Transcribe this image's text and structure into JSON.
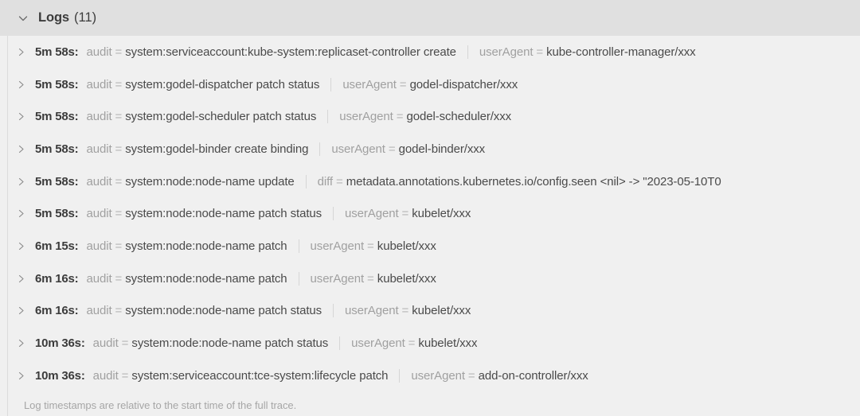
{
  "header": {
    "chevron_icon": "chevron-down-icon",
    "title": "Logs",
    "count": "(11)"
  },
  "footer": {
    "note": "Log timestamps are relative to the start time of the full trace."
  },
  "rows": [
    {
      "chevron_icon": "chevron-right-icon",
      "timestamp": "5m 58s:",
      "fields": [
        {
          "key": "audit",
          "eq": "=",
          "value": "system:serviceaccount:kube-system:replicaset-controller create"
        },
        {
          "key": "userAgent",
          "eq": "=",
          "value": "kube-controller-manager/xxx"
        }
      ]
    },
    {
      "chevron_icon": "chevron-right-icon",
      "timestamp": "5m 58s:",
      "fields": [
        {
          "key": "audit",
          "eq": "=",
          "value": "system:godel-dispatcher patch status"
        },
        {
          "key": "userAgent",
          "eq": "=",
          "value": "godel-dispatcher/xxx"
        }
      ]
    },
    {
      "chevron_icon": "chevron-right-icon",
      "timestamp": "5m 58s:",
      "fields": [
        {
          "key": "audit",
          "eq": "=",
          "value": "system:godel-scheduler patch status"
        },
        {
          "key": "userAgent",
          "eq": "=",
          "value": "godel-scheduler/xxx"
        }
      ]
    },
    {
      "chevron_icon": "chevron-right-icon",
      "timestamp": "5m 58s:",
      "fields": [
        {
          "key": "audit",
          "eq": "=",
          "value": "system:godel-binder create binding"
        },
        {
          "key": "userAgent",
          "eq": "=",
          "value": "godel-binder/xxx"
        }
      ]
    },
    {
      "chevron_icon": "chevron-right-icon",
      "timestamp": "5m 58s:",
      "fields": [
        {
          "key": "audit",
          "eq": "=",
          "value": "system:node:node-name update"
        },
        {
          "key": "diff",
          "eq": "=",
          "value": "metadata.annotations.kubernetes.io/config.seen <nil> -> \"2023-05-10T0"
        }
      ]
    },
    {
      "chevron_icon": "chevron-right-icon",
      "timestamp": "5m 58s:",
      "fields": [
        {
          "key": "audit",
          "eq": "=",
          "value": "system:node:node-name patch status"
        },
        {
          "key": "userAgent",
          "eq": "=",
          "value": "kubelet/xxx"
        }
      ]
    },
    {
      "chevron_icon": "chevron-right-icon",
      "timestamp": "6m 15s:",
      "fields": [
        {
          "key": "audit",
          "eq": "=",
          "value": "system:node:node-name patch"
        },
        {
          "key": "userAgent",
          "eq": "=",
          "value": "kubelet/xxx"
        }
      ]
    },
    {
      "chevron_icon": "chevron-right-icon",
      "timestamp": "6m 16s:",
      "fields": [
        {
          "key": "audit",
          "eq": "=",
          "value": "system:node:node-name patch"
        },
        {
          "key": "userAgent",
          "eq": "=",
          "value": "kubelet/xxx"
        }
      ]
    },
    {
      "chevron_icon": "chevron-right-icon",
      "timestamp": "6m 16s:",
      "fields": [
        {
          "key": "audit",
          "eq": "=",
          "value": "system:node:node-name patch status"
        },
        {
          "key": "userAgent",
          "eq": "=",
          "value": "kubelet/xxx"
        }
      ]
    },
    {
      "chevron_icon": "chevron-right-icon",
      "timestamp": "10m 36s:",
      "fields": [
        {
          "key": "audit",
          "eq": "=",
          "value": "system:node:node-name patch status"
        },
        {
          "key": "userAgent",
          "eq": "=",
          "value": "kubelet/xxx"
        }
      ]
    },
    {
      "chevron_icon": "chevron-right-icon",
      "timestamp": "10m 36s:",
      "fields": [
        {
          "key": "audit",
          "eq": "=",
          "value": "system:serviceaccount:tce-system:lifecycle patch"
        },
        {
          "key": "userAgent",
          "eq": "=",
          "value": "add-on-controller/xxx"
        }
      ]
    }
  ],
  "colors": {
    "header_bg": "#e0e0e0",
    "body_bg": "#f0f0f0",
    "key_text": "#a0a0a0",
    "value_text": "#4a4a4a",
    "timestamp_text": "#3b3b3b",
    "footer_text": "#a6a6a6",
    "divider": "#d6d6d6"
  }
}
